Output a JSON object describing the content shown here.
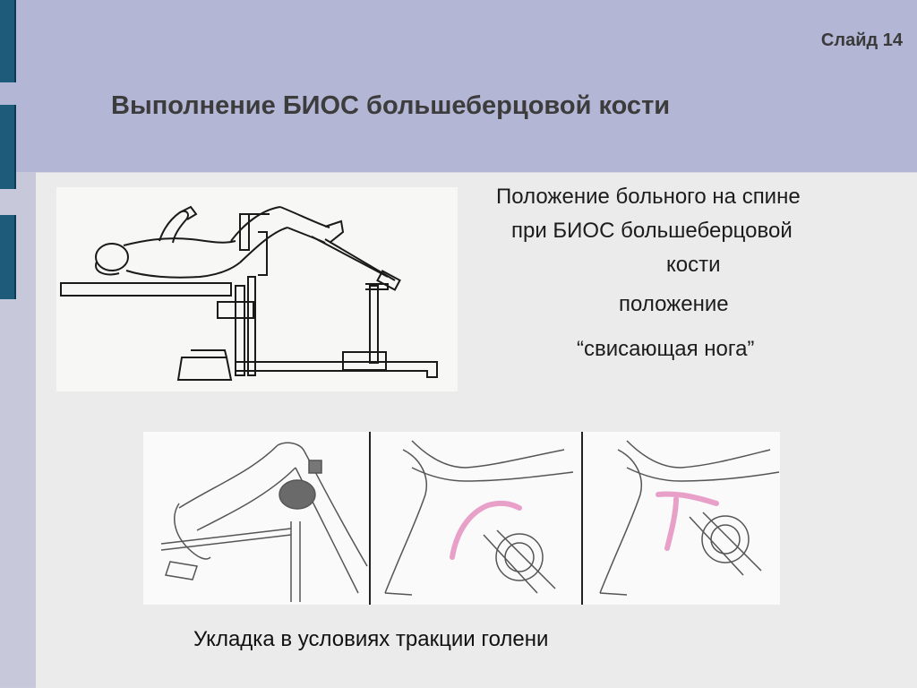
{
  "slide": {
    "number_label": "Слайд 14",
    "title": "Выполнение БИОС большеберцовой кости"
  },
  "right_text": {
    "line1": "Положение больного на спине",
    "line2": "при БИОС большеберцовой",
    "line3": "кости",
    "line4": "положение",
    "line5": "“свисающая нога”"
  },
  "caption": "Укладка в условиях тракции голени",
  "colors": {
    "top_band": "#b3b6d4",
    "panel": "#ebebeb",
    "accent": "#1e5a7a",
    "highlight_pink": "#e8a0c8"
  },
  "figures": {
    "top": "patient-supine-traction-drawing",
    "bottom": "knee-traction-three-panel-illustration"
  }
}
